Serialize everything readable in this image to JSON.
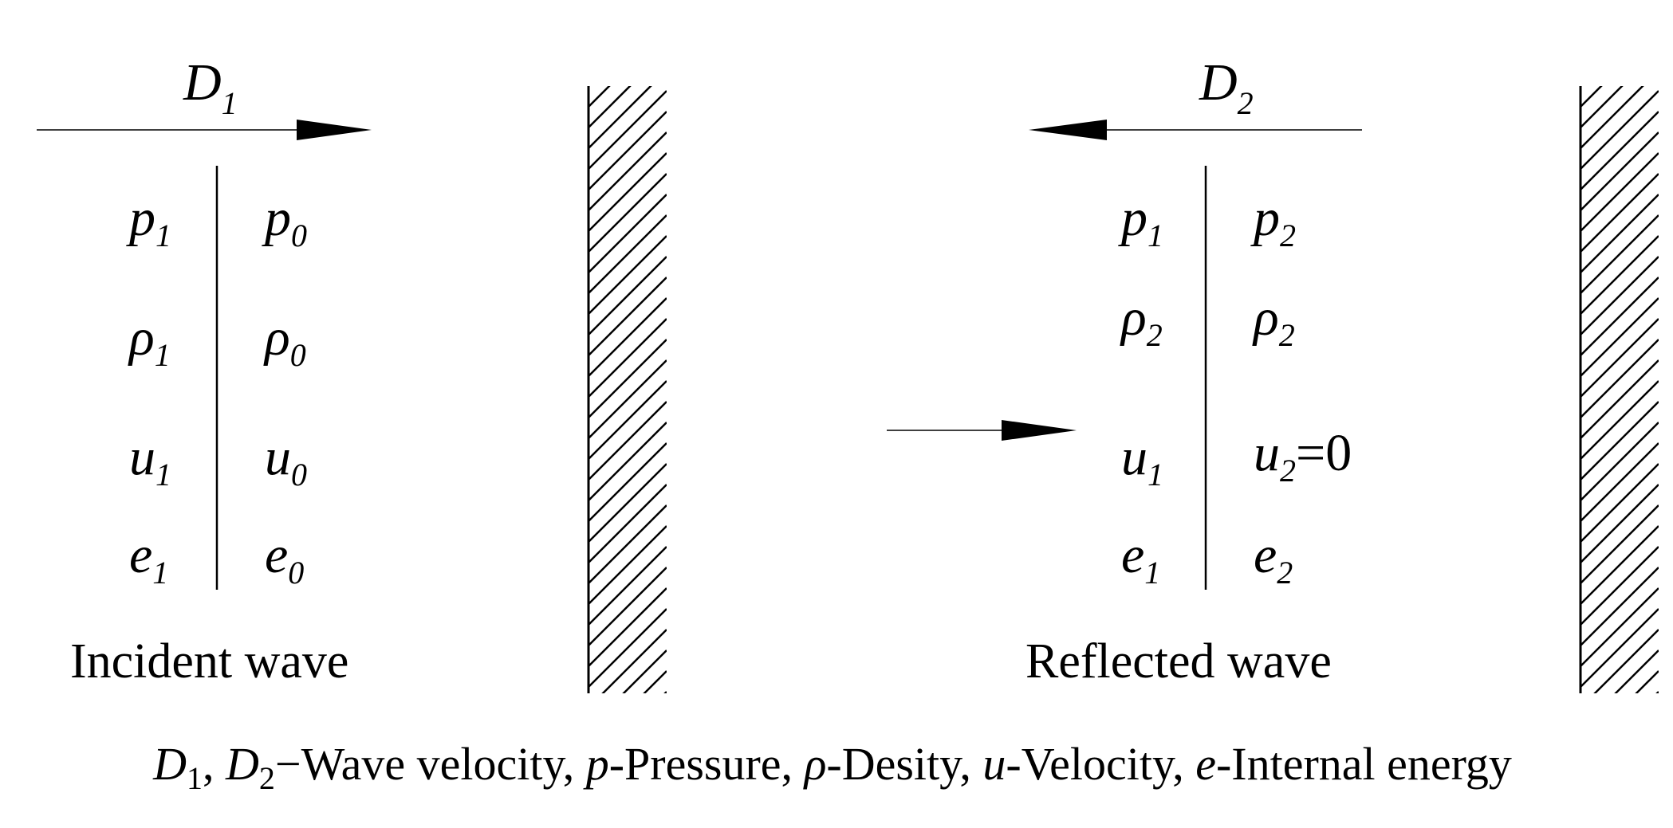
{
  "colors": {
    "ink": "#000000",
    "background": "#ffffff"
  },
  "incident": {
    "wave_symbol": "D",
    "wave_subscript": "1",
    "caption": "Incident wave",
    "left_column": [
      {
        "sym": "p",
        "sub": "1"
      },
      {
        "sym": "ρ",
        "sub": "1"
      },
      {
        "sym": "u",
        "sub": "1"
      },
      {
        "sym": "e",
        "sub": "1"
      }
    ],
    "right_column": [
      {
        "sym": "p",
        "sub": "0"
      },
      {
        "sym": "ρ",
        "sub": "0"
      },
      {
        "sym": "u",
        "sub": "0"
      },
      {
        "sym": "e",
        "sub": "0"
      }
    ]
  },
  "reflected": {
    "wave_symbol": "D",
    "wave_subscript": "2",
    "caption": "Reflected wave",
    "left_column": [
      {
        "sym": "p",
        "sub": "1"
      },
      {
        "sym": "ρ",
        "sub": "2"
      },
      {
        "sym": "u",
        "sub": "1"
      },
      {
        "sym": "e",
        "sub": "1"
      }
    ],
    "right_column": [
      {
        "sym": "p",
        "sub": "2"
      },
      {
        "sym": "ρ",
        "sub": "2"
      },
      {
        "sym": "u",
        "sub": "2",
        "suffix": "=0"
      },
      {
        "sym": "e",
        "sub": "2"
      }
    ]
  },
  "legend": {
    "d1_sym": "D",
    "d1_sub": "1",
    "sep1": ", ",
    "d2_sym": "D",
    "d2_sub": "2",
    "d_desc": "−Wave velocity, ",
    "p_sym": "p",
    "p_desc": "-Pressure, ",
    "rho_sym": "ρ",
    "rho_desc": "-Desity, ",
    "u_sym": "u",
    "u_desc": "-Velocity, ",
    "e_sym": "e",
    "e_desc": "-Internal energy"
  }
}
